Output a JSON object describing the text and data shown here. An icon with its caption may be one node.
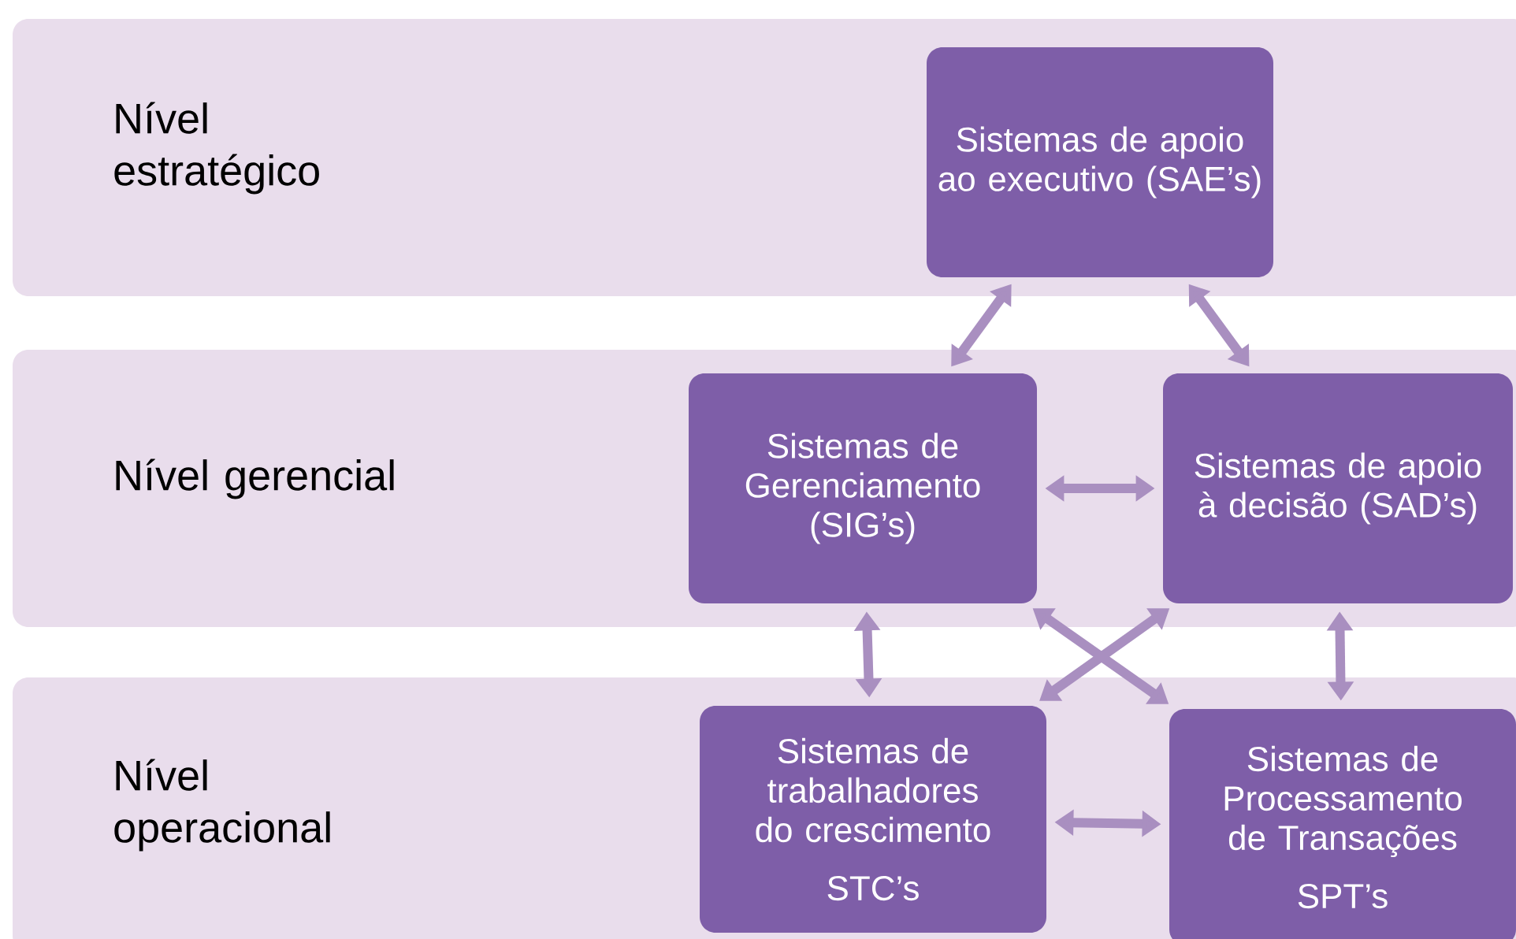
{
  "diagram": {
    "nodes": [
      {
        "text": [
          "Nível estratégico"
        ]
      },
      {
        "text": [
          "Sistemas de apoio ao executivo (SAE’s)"
        ],
        "in": 0
      },
      {
        "text": [
          "Nível gerencial"
        ]
      },
      {
        "text": [
          "Sistemas de Gerenciamento (SIG’s)"
        ],
        "in": 2
      },
      {
        "text": [
          "Sistemas de apoio à decisão (SAD’s)"
        ],
        "in": 2
      },
      {
        "text": [
          "Nível operacional"
        ]
      },
      {
        "text": [
          "Sistemas de trabalhadores do crescimento",
          "STC’s"
        ],
        "in": 5
      },
      {
        "text": [
          "Sistemas de Processamento de Transações",
          "SPT’s"
        ],
        "in": 5
      }
    ],
    "edges": [
      {
        "from": 1,
        "to": 3,
        "arrow": "both"
      },
      {
        "from": 1,
        "to": 4,
        "arrow": "both"
      },
      {
        "from": 3,
        "to": 4,
        "arrow": "both"
      },
      {
        "from": 3,
        "to": 6,
        "arrow": "both"
      },
      {
        "from": 3,
        "to": 7,
        "arrow": "both"
      },
      {
        "from": 4,
        "to": 6,
        "arrow": "both"
      },
      {
        "from": 4,
        "to": 7,
        "arrow": "both"
      },
      {
        "from": 6,
        "to": 7,
        "arrow": "both"
      }
    ]
  }
}
